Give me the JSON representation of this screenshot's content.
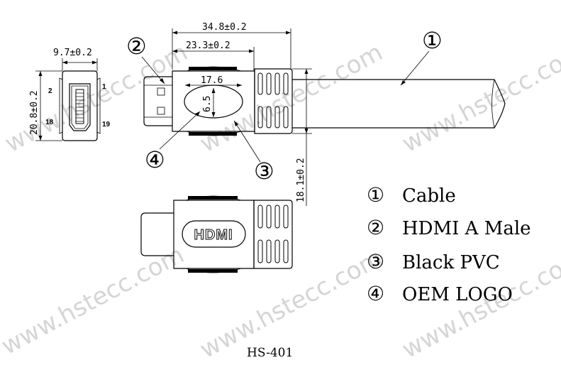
{
  "watermark": "www.hstecc.com",
  "dimensions": {
    "width_end": "9.7±0.2",
    "height_end": "20.8±0.2",
    "overall_length": "34.8±0.2",
    "molded_length": "23.3±0.2",
    "logo_length": "17.6",
    "logo_height": "6.5",
    "boot_height": "18.1±0.2"
  },
  "pins": {
    "p2": "2",
    "p1": "1",
    "p18": "18",
    "p19": "19"
  },
  "callouts": {
    "c1": "①",
    "c2": "②",
    "c3": "③",
    "c4": "④"
  },
  "legend": [
    {
      "marker": "①",
      "text": "Cable"
    },
    {
      "marker": "②",
      "text": "HDMI A Male"
    },
    {
      "marker": "③",
      "text": "Black PVC"
    },
    {
      "marker": "④",
      "text": "OEM LOGO"
    }
  ],
  "logo_text": "HDMI",
  "model": "HS-401"
}
